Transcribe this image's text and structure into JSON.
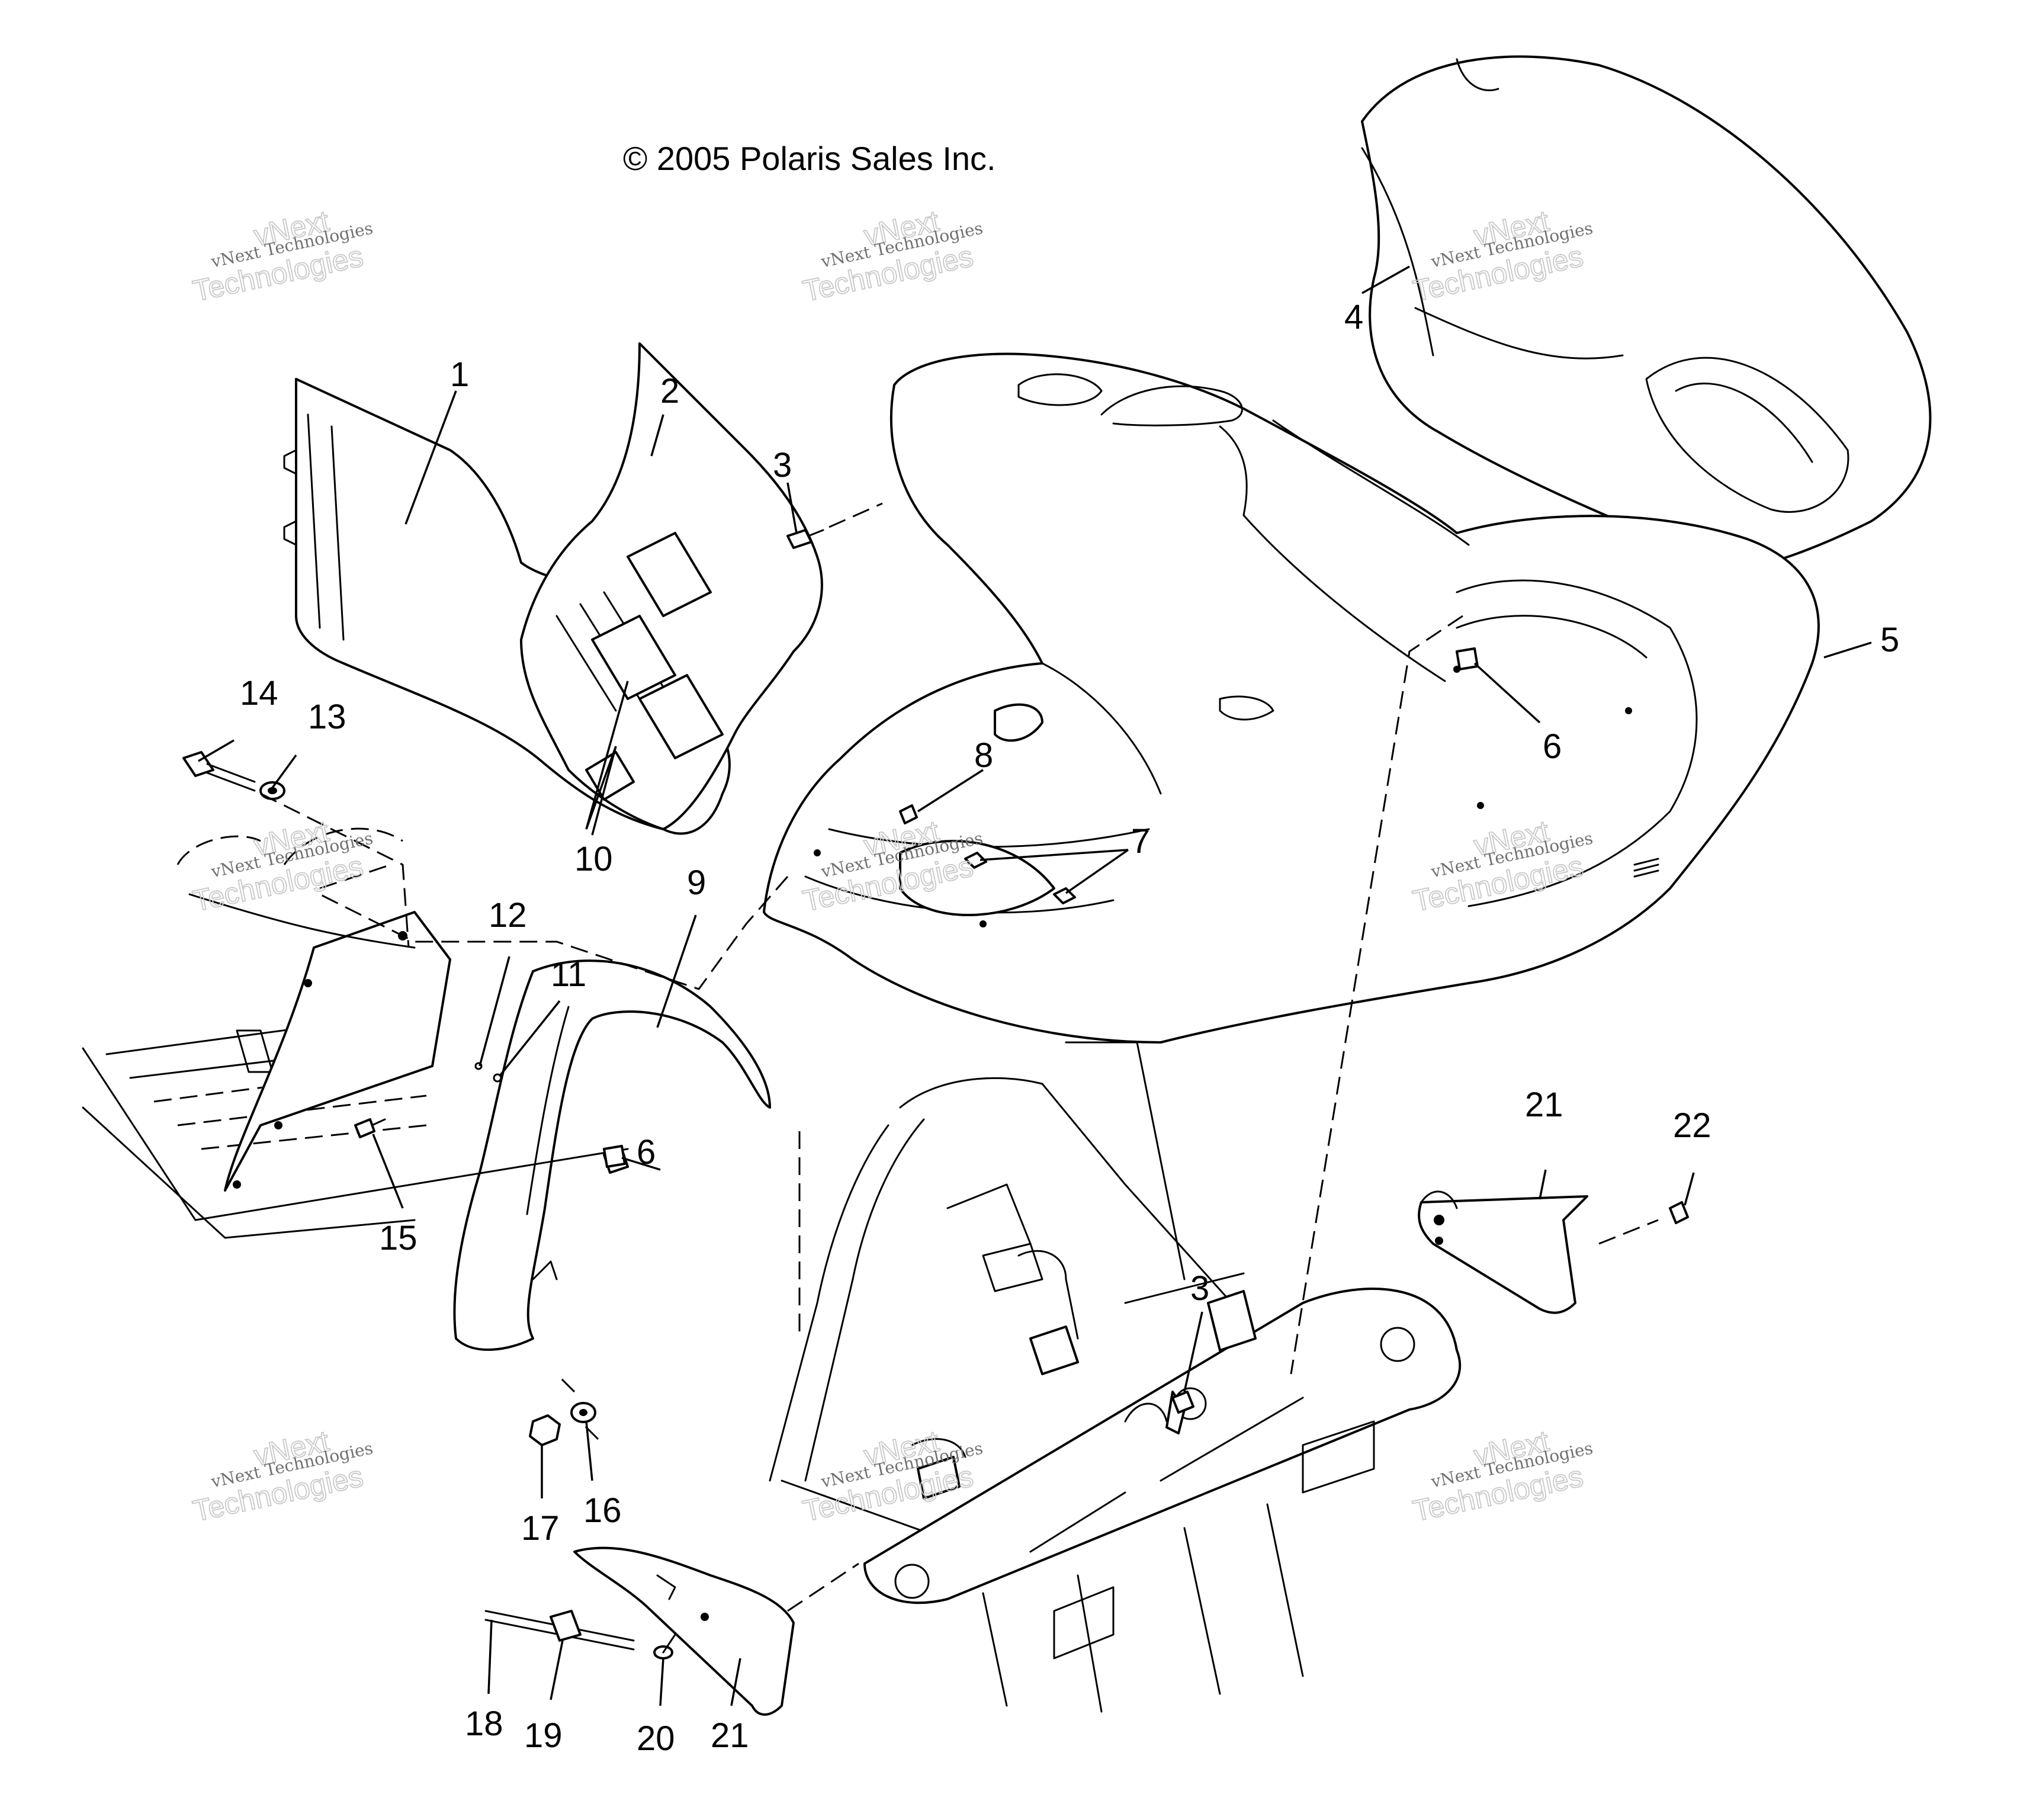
{
  "copyright": "© 2005 Polaris Sales Inc.",
  "watermark": {
    "line_small": "vNext Technologies",
    "line_large_1": "vNext",
    "line_large_2": "Technologies"
  },
  "callouts": [
    "1",
    "2",
    "3",
    "4",
    "5",
    "6",
    "7",
    "8",
    "9",
    "10",
    "11",
    "12",
    "13",
    "14",
    "15",
    "16",
    "17",
    "18",
    "19",
    "20",
    "21",
    "3",
    "6",
    "21",
    "22"
  ]
}
